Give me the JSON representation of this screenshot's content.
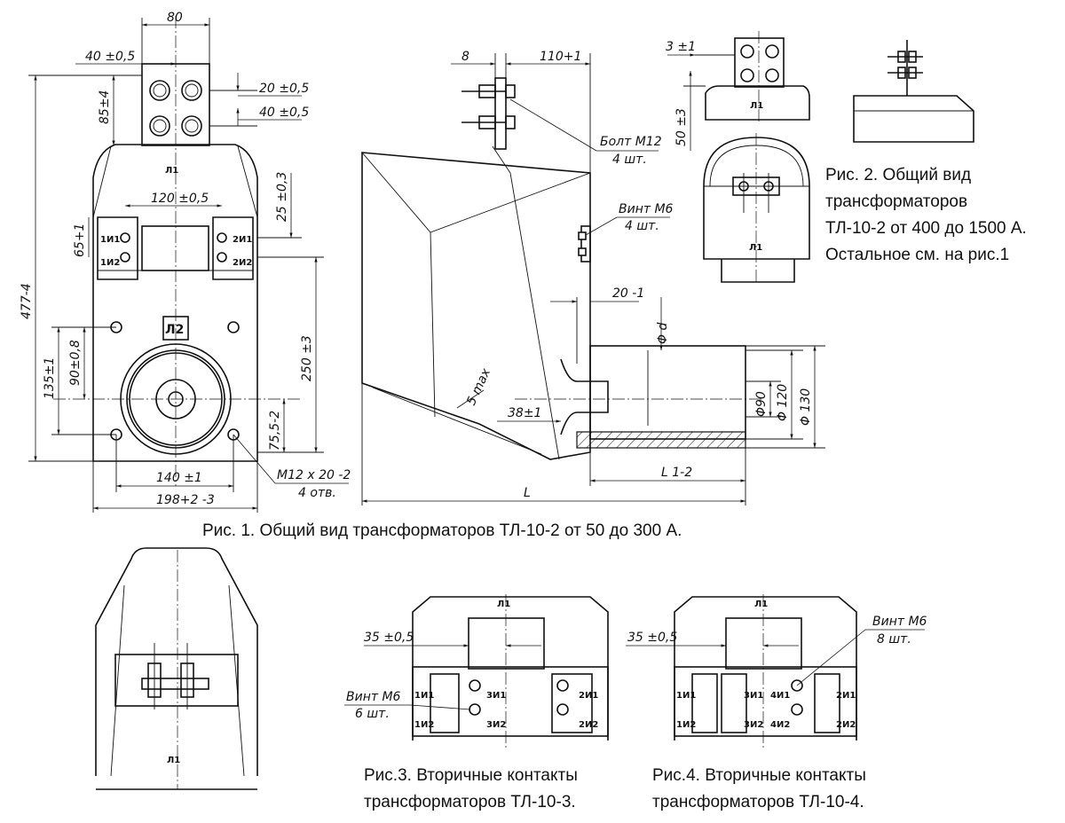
{
  "fig1": {
    "caption": "Рис. 1.  Общий вид трансформаторов ТЛ-10-2 от 50 до 300 А.",
    "dims": {
      "d80": "80",
      "d40h": "40 ±0,5",
      "d85": "85±4",
      "d20": "20 ±0,5",
      "d40v": "40 ±0,5",
      "d477": "477-4",
      "d120": "120 ±0,5",
      "d25": "25 ±0,3",
      "d65": "65+1",
      "d135": "135±1",
      "d90": "90±0,8",
      "d250": "250 ±3",
      "d75": "75,5-2",
      "d140": "140 ±1",
      "d198": "198+2 -3",
      "m12": "M12 x 20 -2",
      "m12n": "4 отв.",
      "d8": "8",
      "d110": "110+1",
      "bolt": "Болт М12",
      "boltn": "4 шт.",
      "screw": "Винт М6",
      "screwn": "4 шт.",
      "d20b": "20 -1",
      "phid": "Φ d",
      "smax": "5 max",
      "d38": "38±1",
      "phi90": "Φ90",
      "phi120": "Φ 120",
      "phi130": "Φ 130",
      "L12": "L 1-2",
      "L": "L"
    },
    "labels": {
      "l1": "Л1",
      "l2": "Л2",
      "i1_1": "1И1",
      "i1_2": "1И2",
      "i2_1": "2И1",
      "i2_2": "2И2"
    }
  },
  "fig2": {
    "caption": [
      "Рис. 2. Общий вид",
      "трансформаторов",
      "ТЛ-10-2 от 400 до 1500 А.",
      "Остальное см. на рис.1"
    ],
    "dims": {
      "d3": "3 ±1",
      "d50": "50 ±3"
    },
    "labels": {
      "l1a": "Л1",
      "l1b": "Л1"
    }
  },
  "fig_bottom_left": {
    "labels": {
      "l1": "Л1"
    }
  },
  "fig3": {
    "caption": [
      "Рис.3. Вторичные контакты",
      "трансформаторов ТЛ-10-3."
    ],
    "dims": {
      "d35": "35 ±0,5",
      "screw": "Винт М6",
      "screwn": "6 шт."
    },
    "labels": {
      "l1": "Л1",
      "a": "1И1",
      "b": "1И2",
      "c": "3И1",
      "d": "3И2",
      "e": "2И1",
      "f": "2И2"
    }
  },
  "fig4": {
    "caption": [
      "Рис.4. Вторичные контакты",
      "трансформаторов ТЛ-10-4."
    ],
    "dims": {
      "d35": "35 ±0,5",
      "screw": "Винт М6",
      "screwn": "8 шт."
    },
    "labels": {
      "l1": "Л1",
      "a": "1И1",
      "b": "1И2",
      "c": "3И1",
      "d": "3И2",
      "e": "4И1",
      "f": "4И2",
      "g": "2И1",
      "h": "2И2"
    }
  }
}
